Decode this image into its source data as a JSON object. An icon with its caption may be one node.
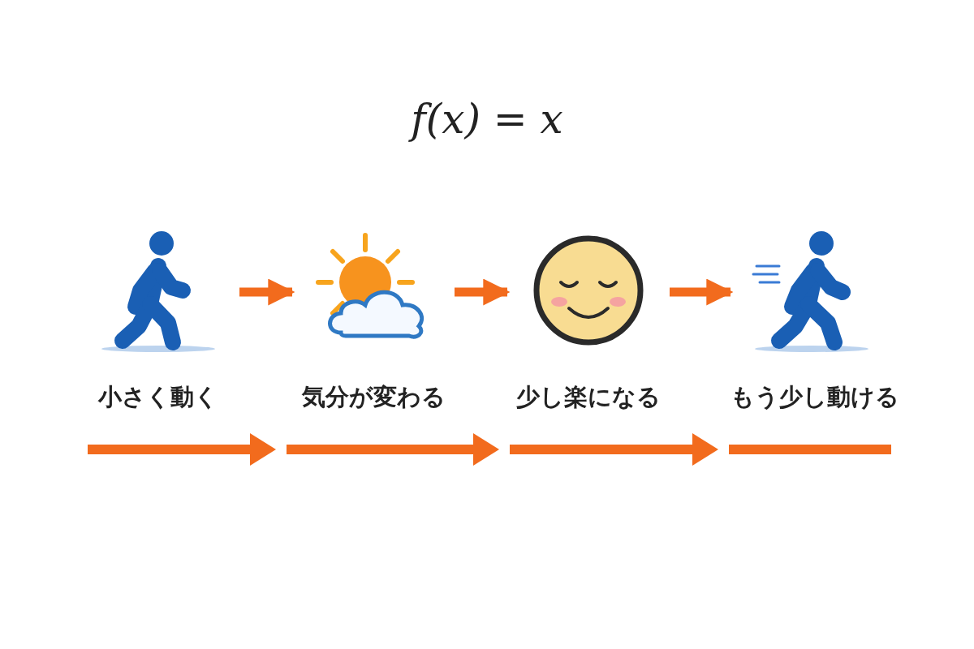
{
  "diagram": {
    "title": "f(x) = x",
    "nodes": [
      {
        "text": [
          "小さく動く"
        ]
      },
      {
        "text": [
          "気分が変わる"
        ]
      },
      {
        "text": [
          "少し楽になる"
        ]
      },
      {
        "text": [
          "もう少し動ける"
        ]
      }
    ],
    "edges": [
      {
        "from": 0,
        "to": 1,
        "arrow": "to"
      },
      {
        "from": 1,
        "to": 2,
        "arrow": "to"
      },
      {
        "from": 2,
        "to": 3,
        "arrow": "to"
      }
    ]
  }
}
